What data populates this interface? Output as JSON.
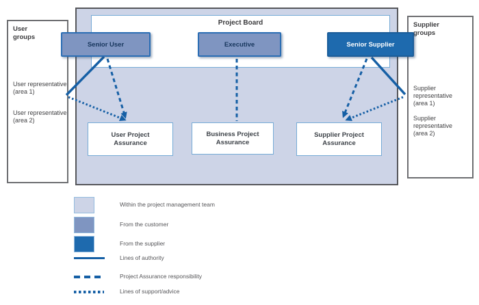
{
  "diagram": {
    "board_title": "Project Board",
    "roles": {
      "senior_user": "Senior User",
      "executive": "Executive",
      "senior_supplier": "Senior Supplier"
    },
    "assurance": {
      "user": "User Project Assurance",
      "business": "Business Project Assurance",
      "supplier": "Supplier Project Assurance"
    },
    "user_groups": {
      "heading": "User groups",
      "rep1": "User representative (area 1)",
      "rep2": "User representative (area 2)"
    },
    "supplier_groups": {
      "heading": "Supplier groups",
      "rep1": "Supplier representative (area 1)",
      "rep2": "Supplier representative (area 2)"
    }
  },
  "legend": {
    "items": [
      {
        "type": "swatch",
        "color": "#cdd4e7",
        "label": "Within the project management team"
      },
      {
        "type": "swatch",
        "color": "#7f95c1",
        "label": "From the customer"
      },
      {
        "type": "swatch",
        "color": "#1e6aae",
        "label": "From the supplier"
      },
      {
        "type": "line-solid",
        "label": "Lines of authority"
      },
      {
        "type": "line-dashed",
        "label": "Project Assurance responsibility"
      },
      {
        "type": "line-dotted",
        "label": "Lines of support/advice"
      }
    ]
  },
  "colors": {
    "team_fill": "#cdd4e7",
    "customer_fill": "#7f95c1",
    "supplier_fill": "#1e6aae",
    "line_blue": "#155fa5",
    "outer_border_gray": "#55565a",
    "inner_border_blue": "#74aad6",
    "groups_border_gray": "#6d6e71"
  }
}
